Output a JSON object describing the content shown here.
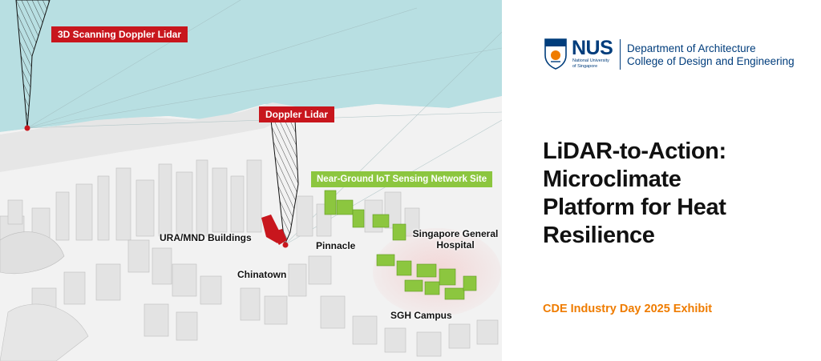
{
  "scene": {
    "labels": {
      "scanning_lidar": "3D Scanning Doppler Lidar",
      "doppler_lidar": "Doppler Lidar",
      "iot_site": "Near-Ground IoT Sensing Network Site",
      "ura_mnd": "URA/MND Buildings",
      "pinnacle": "Pinnacle",
      "sgh_line1": "Singapore General",
      "sgh_line2": "Hospital",
      "chinatown": "Chinatown",
      "sgh_campus": "SGH Campus"
    },
    "colors": {
      "sea": "#b8dfe2",
      "lidar_red": "#c8161d",
      "iot_green": "#8cc63f",
      "campus_pink": "#f3d4d4",
      "buildings": "#e8e8e8"
    }
  },
  "panel": {
    "logo": {
      "wordmark": "NUS",
      "sub_line1": "National University",
      "sub_line2": "of Singapore",
      "crest_icon": "nus-crest-icon"
    },
    "department": "Department of Architecture",
    "college": "College of Design and Engineering",
    "title_lines": [
      "LiDAR-to-Action:",
      "Microclimate",
      "Platform for Heat",
      "Resilience"
    ],
    "subtitle": "CDE Industry Day 2025 Exhibit",
    "colors": {
      "nus_blue": "#003d7c",
      "accent_orange": "#ef7c00",
      "text": "#111111"
    }
  }
}
